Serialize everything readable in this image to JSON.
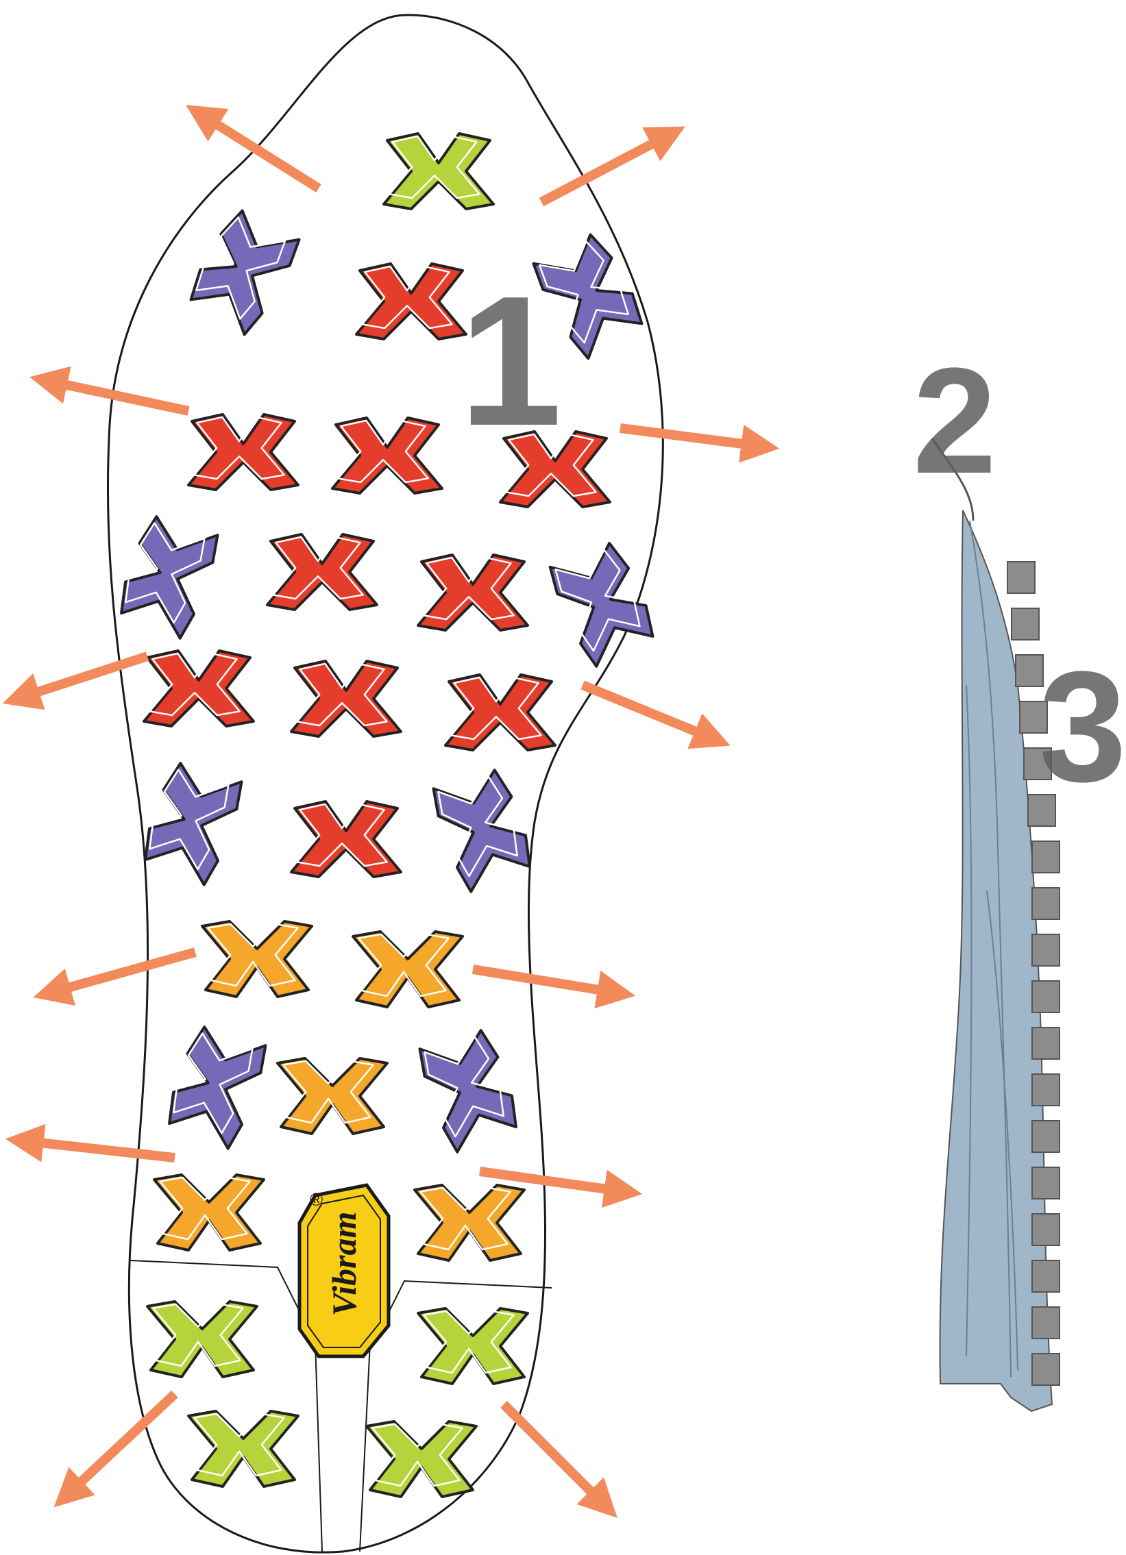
{
  "diagram": {
    "callouts": [
      "1",
      "2",
      "3"
    ],
    "brand": {
      "text": "Vibram",
      "registered_mark": "®"
    }
  },
  "colors": {
    "background": "#ffffff",
    "outline": "#1a1a1a",
    "arrow": "#f28a5c",
    "callout_text": "#5e5e5e",
    "lug_green": "#b7d33b",
    "lug_red": "#e53d2b",
    "lug_purple": "#7669b8",
    "lug_orange": "#f4a72a",
    "logo_yellow": "#f7cd15",
    "profile_fill": "#9fb7c9",
    "profile_lug": "#8c8c8c"
  },
  "icons": {
    "arrow": "arrow-icon",
    "lug": "lug-icon",
    "logo": "vibram-logo-icon"
  }
}
